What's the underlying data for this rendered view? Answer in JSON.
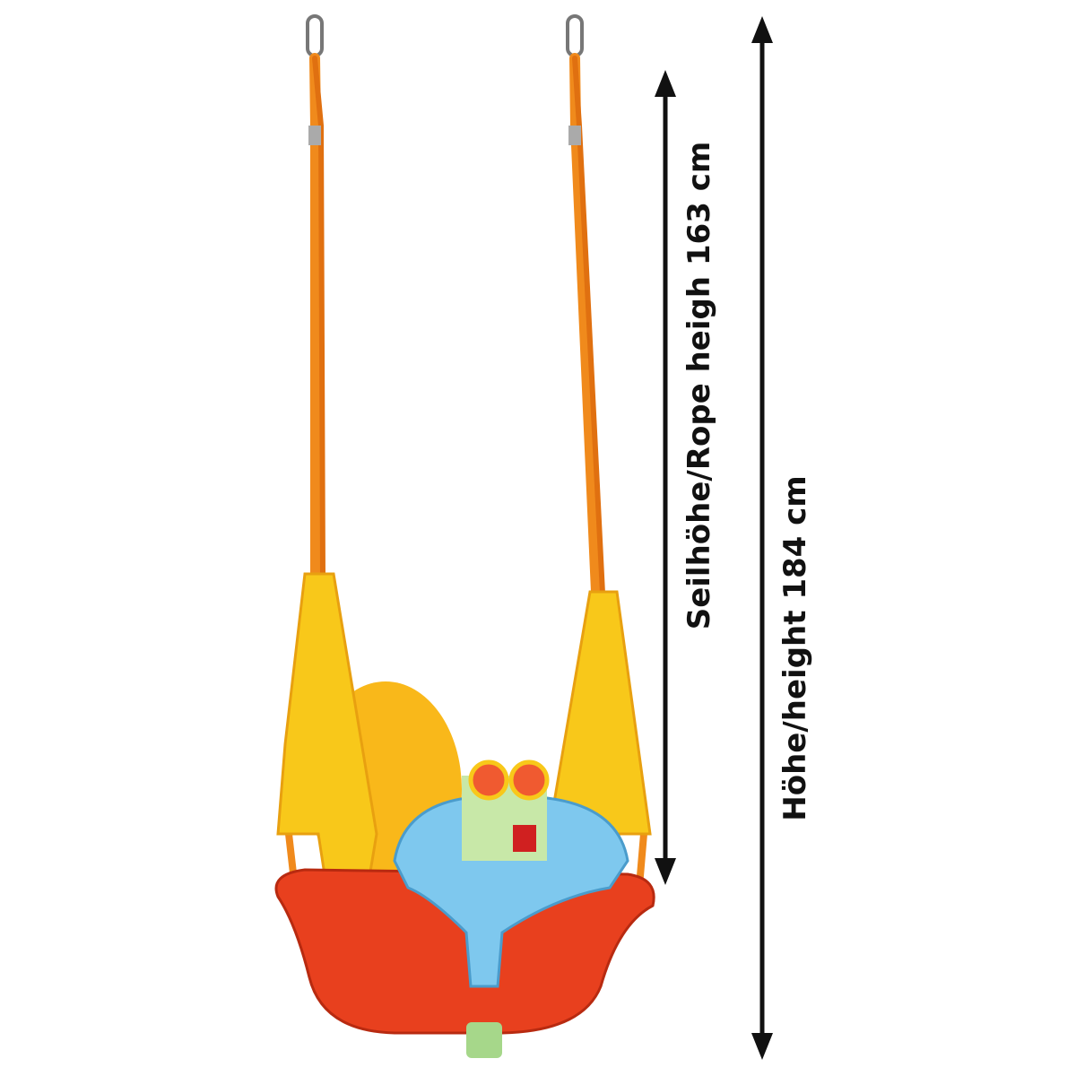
{
  "product": {
    "name_icon": "toddler-swing-illustration",
    "colors": {
      "rope": "#f08a1c",
      "arms": "#f8c81a",
      "backrest": "#f9b81a",
      "seat": "#e8401e",
      "front_bar": "#7ec8ee",
      "post": "#a6d78a",
      "arrow": "#111111"
    }
  },
  "dimensions": {
    "rope_height_label": "Seilhöhe/Rope heigh 163 cm",
    "total_height_label": "Höhe/height 184 cm"
  }
}
